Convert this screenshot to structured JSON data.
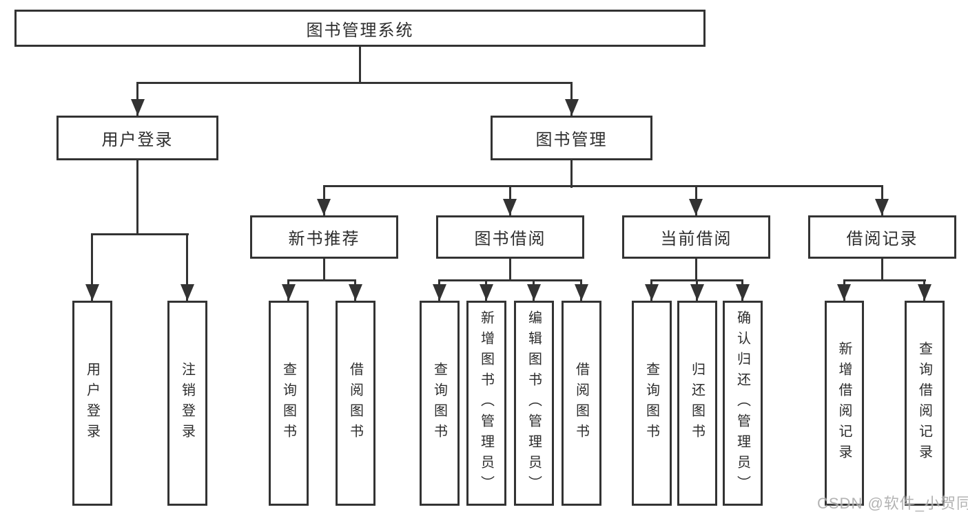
{
  "diagram": {
    "root": "图书管理系统",
    "level2": {
      "user_login": "用户登录",
      "book_mgmt": "图书管理"
    },
    "level3": {
      "new_book": "新书推荐",
      "borrow": "图书借阅",
      "current": "当前借阅",
      "records": "借阅记录"
    },
    "leaves": {
      "user_login": "用户登录",
      "logout": "注销登录",
      "nb_query": "查询图书",
      "nb_borrow": "借阅图书",
      "bb_query": "查询图书",
      "bb_add": "新增图书（管理员）",
      "bb_edit": "编辑图书（管理员）",
      "bb_borrow": "借阅图书",
      "cb_query": "查询图书",
      "cb_return": "归还图书",
      "cb_confirm": "确认归还（管理员）",
      "br_add": "新增借阅记录",
      "br_query": "查询借阅记录"
    }
  },
  "watermark": "CSDN @软件_小贺同学",
  "colors": {
    "line": "#333333",
    "text": "#2d2d2d",
    "watermark": "#ababab",
    "background": "#ffffff"
  }
}
